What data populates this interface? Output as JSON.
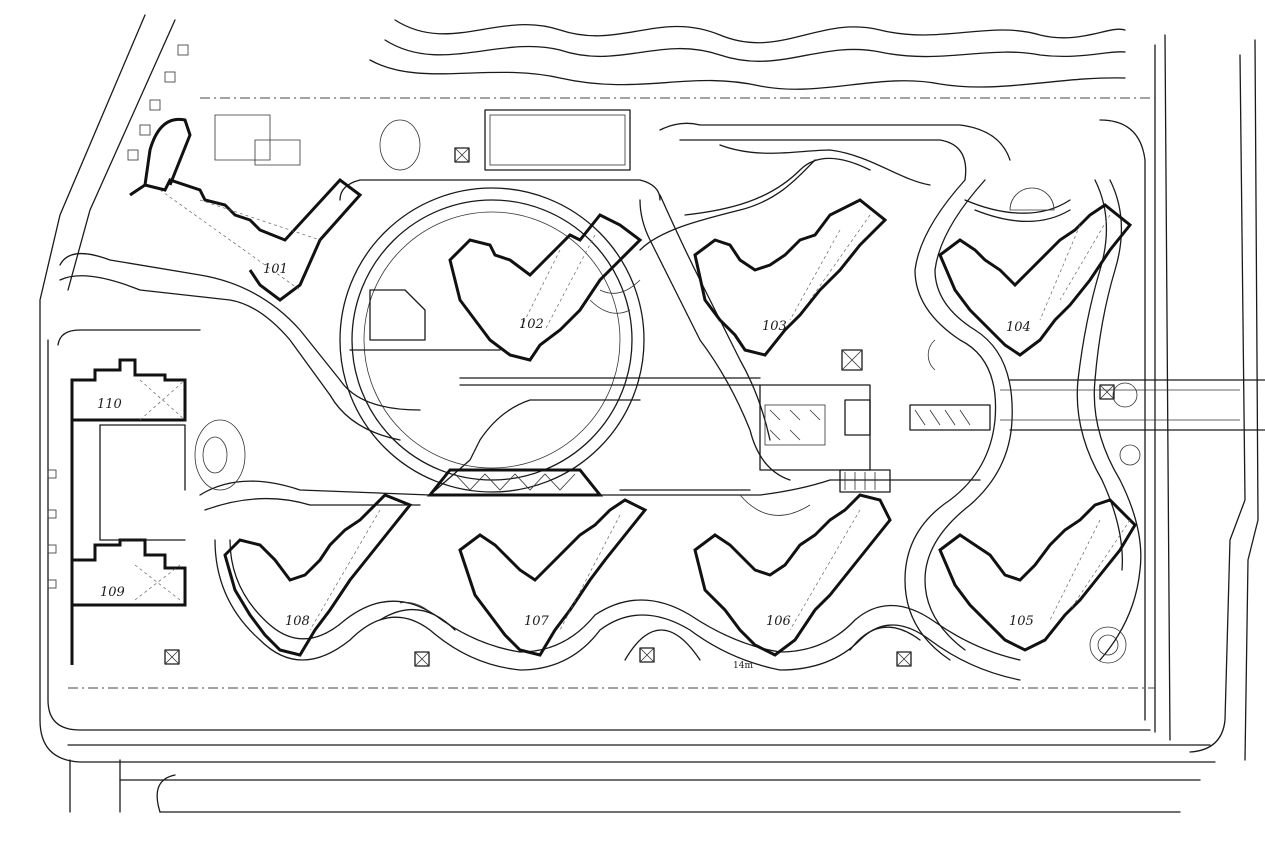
{
  "drawing": {
    "type": "hand-drawn residential site plan",
    "buildings": [
      {
        "id": "b101",
        "label": "101"
      },
      {
        "id": "b102",
        "label": "102"
      },
      {
        "id": "b103",
        "label": "103"
      },
      {
        "id": "b104",
        "label": "104"
      },
      {
        "id": "b105",
        "label": "105"
      },
      {
        "id": "b106",
        "label": "106"
      },
      {
        "id": "b107",
        "label": "107"
      },
      {
        "id": "b108",
        "label": "108"
      },
      {
        "id": "b109",
        "label": "109"
      },
      {
        "id": "b110",
        "label": "110"
      }
    ],
    "annotations": {
      "dimension_mark": "14m"
    }
  }
}
